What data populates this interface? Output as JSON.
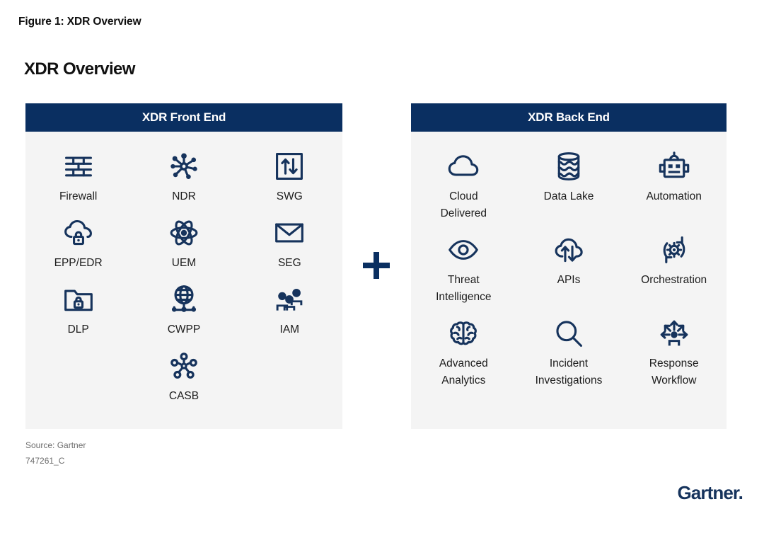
{
  "figure": {
    "caption": "Figure 1: XDR Overview",
    "title": "XDR Overview"
  },
  "colors": {
    "header_navy": "#0a2f61",
    "panel_bg": "#f4f4f4",
    "icon_navy": "#16335c",
    "logo_navy": "#16335c",
    "text": "#1c1c1c",
    "source_text": "#6e6e6e"
  },
  "operator": {
    "symbol": "+",
    "name": "plus-sign"
  },
  "panels": [
    {
      "id": "front-end",
      "header": "XDR Front End",
      "items": [
        {
          "label": "Firewall",
          "icon": "firewall-icon"
        },
        {
          "label": "NDR",
          "icon": "network-nodes-icon"
        },
        {
          "label": "SWG",
          "icon": "up-down-arrows-box-icon"
        },
        {
          "label": "EPP/EDR",
          "icon": "cloud-lock-icon"
        },
        {
          "label": "UEM",
          "icon": "atom-icon"
        },
        {
          "label": "SEG",
          "icon": "envelope-icon"
        },
        {
          "label": "DLP",
          "icon": "folder-lock-icon"
        },
        {
          "label": "CWPP",
          "icon": "globe-network-icon"
        },
        {
          "label": "IAM",
          "icon": "people-group-icon"
        },
        {
          "label": "",
          "icon": ""
        },
        {
          "label": "CASB",
          "icon": "hub-spoke-icon"
        },
        {
          "label": "",
          "icon": ""
        }
      ]
    },
    {
      "id": "back-end",
      "header": "XDR Back End",
      "items": [
        {
          "label": "Cloud\nDelivered",
          "icon": "cloud-icon"
        },
        {
          "label": "Data Lake",
          "icon": "database-waves-icon"
        },
        {
          "label": "Automation",
          "icon": "robot-icon"
        },
        {
          "label": "Threat\nIntelligence",
          "icon": "eye-icon"
        },
        {
          "label": "APIs",
          "icon": "cloud-sync-arrows-icon"
        },
        {
          "label": "Orchestration",
          "icon": "gear-refresh-icon"
        },
        {
          "label": "Advanced\nAnalytics",
          "icon": "brain-icon"
        },
        {
          "label": "Incident\nInvestigations",
          "icon": "magnifier-icon"
        },
        {
          "label": "Response\nWorkflow",
          "icon": "person-arrows-icon"
        }
      ]
    }
  ],
  "footer": {
    "source": "Source: Gartner",
    "doc_id": "747261_C",
    "logo": "Gartner"
  }
}
